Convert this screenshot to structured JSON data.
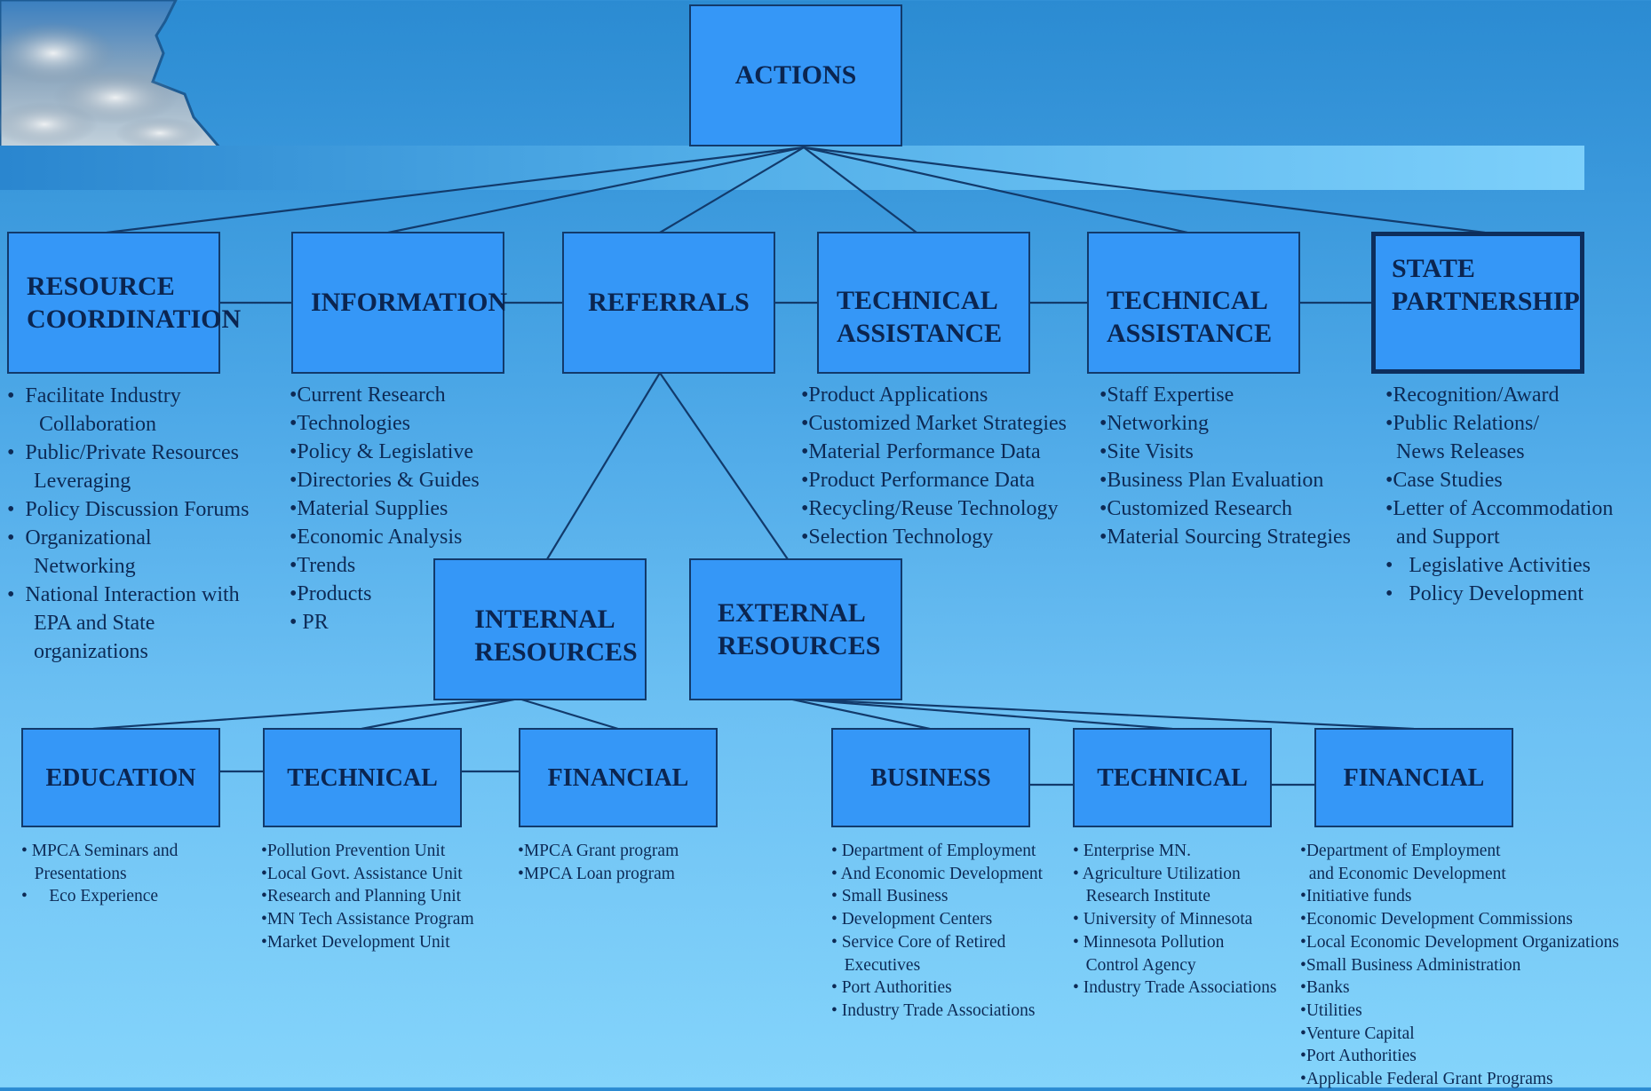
{
  "nodes": {
    "actions": "ACTIONS",
    "resource_coordination": "RESOURCE\nCOORDINATION",
    "information": "INFORMATION",
    "referrals": "REFERRALS",
    "technical_assistance_1": "TECHNICAL\nASSISTANCE",
    "technical_assistance_2": "TECHNICAL\nASSISTANCE",
    "state_partnership": "STATE\nPARTNERSHIP",
    "internal_resources": "INTERNAL\nRESOURCES",
    "external_resources": "EXTERNAL\nRESOURCES",
    "education": "EDUCATION",
    "technical_internal": "TECHNICAL",
    "financial_internal": "FINANCIAL",
    "business": "BUSINESS",
    "technical_external": "TECHNICAL",
    "financial_external": "FINANCIAL"
  },
  "lists": {
    "resource_coordination": [
      "•  Facilitate Industry",
      "      Collaboration",
      "•  Public/Private Resources",
      "     Leveraging",
      "•  Policy Discussion Forums",
      "•  Organizational",
      "     Networking",
      "•  National Interaction with",
      "     EPA and State",
      "     organizations"
    ],
    "information": [
      "•Current Research",
      "•Technologies",
      "•Policy & Legislative",
      "•Directories & Guides",
      "•Material Supplies",
      "•Economic Analysis",
      "•Trends",
      "•Products",
      "• PR"
    ],
    "technical_assistance_1": [
      "•Product Applications",
      "•Customized Market Strategies",
      "•Material Performance Data",
      "•Product Performance Data",
      "•Recycling/Reuse Technology",
      "•Selection Technology"
    ],
    "technical_assistance_2": [
      "•Staff Expertise",
      "•Networking",
      "•Site Visits",
      "•Business Plan Evaluation",
      "•Customized Research",
      "•Material Sourcing Strategies"
    ],
    "state_partnership": [
      "•Recognition/Award",
      "•Public Relations/",
      "  News Releases",
      "•Case Studies",
      "•Letter of Accommodation",
      "  and Support",
      "•   Legislative Activities",
      "•   Policy Development"
    ],
    "education": [
      "• MPCA Seminars and",
      "   Presentations",
      "•     Eco Experience"
    ],
    "technical_internal": [
      "•Pollution Prevention Unit",
      "•Local Govt. Assistance Unit",
      "•Research and Planning Unit",
      "•MN Tech Assistance Program",
      "•Market Development Unit"
    ],
    "financial_internal": [
      "•MPCA Grant program",
      "•MPCA Loan program"
    ],
    "business": [
      "• Department of Employment",
      "• And Economic Development",
      "• Small Business",
      "• Development Centers",
      "• Service Core of Retired",
      "   Executives",
      "• Port Authorities",
      "• Industry Trade Associations"
    ],
    "technical_external": [
      "• Enterprise MN.",
      "• Agriculture Utilization",
      "   Research Institute",
      "• University of Minnesota",
      "• Minnesota Pollution",
      "   Control Agency",
      "• Industry Trade Associations"
    ],
    "financial_external": [
      "•Department of Employment",
      "  and Economic Development",
      "•Initiative funds",
      "•Economic Development Commissions",
      "•Local Economic Development Organizations",
      "•Small Business Administration",
      "•Banks",
      "•Utilities",
      "•Venture Capital",
      "•Port Authorities",
      "•Applicable Federal Grant Programs"
    ]
  }
}
